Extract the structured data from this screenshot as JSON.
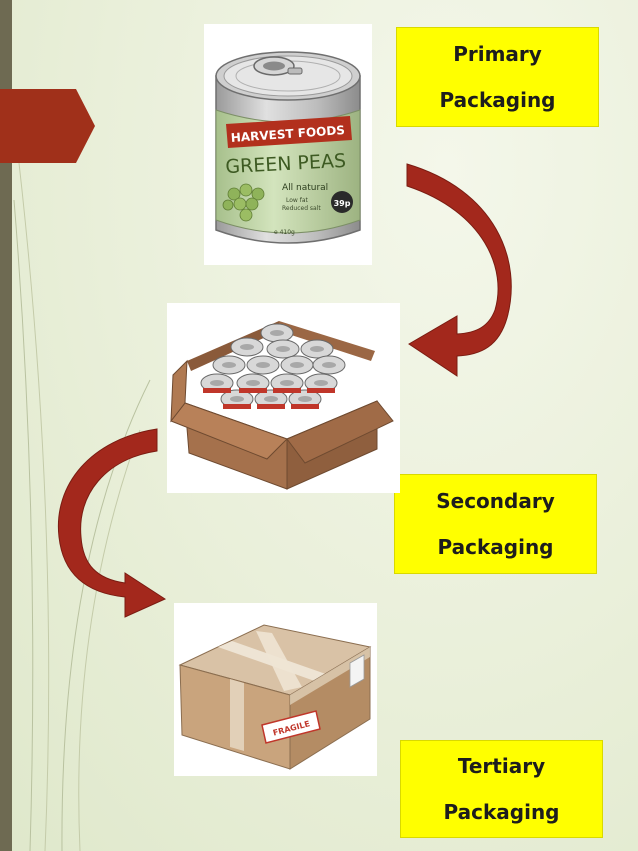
{
  "labels": {
    "primary": {
      "line1": "Primary",
      "line2": "Packaging"
    },
    "secondary": {
      "line1": "Secondary",
      "line2": "Packaging"
    },
    "tertiary": {
      "line1": "Tertiary",
      "line2": "Packaging"
    }
  },
  "can": {
    "brand": "HARVEST FOODS",
    "product": "GREEN PEAS",
    "claim": "All natural",
    "fine_print_1": "Low fat",
    "fine_print_2": "Reduced salt",
    "net_weight": "e 410g",
    "price": "39p"
  },
  "parcel": {
    "sticker": "FRAGILE"
  },
  "colors": {
    "label_fill": "#ffff00",
    "arrow": "#a3281c",
    "accent": "#a0301a",
    "background": "#e9efd9",
    "left_bar": "#6e6a52"
  }
}
